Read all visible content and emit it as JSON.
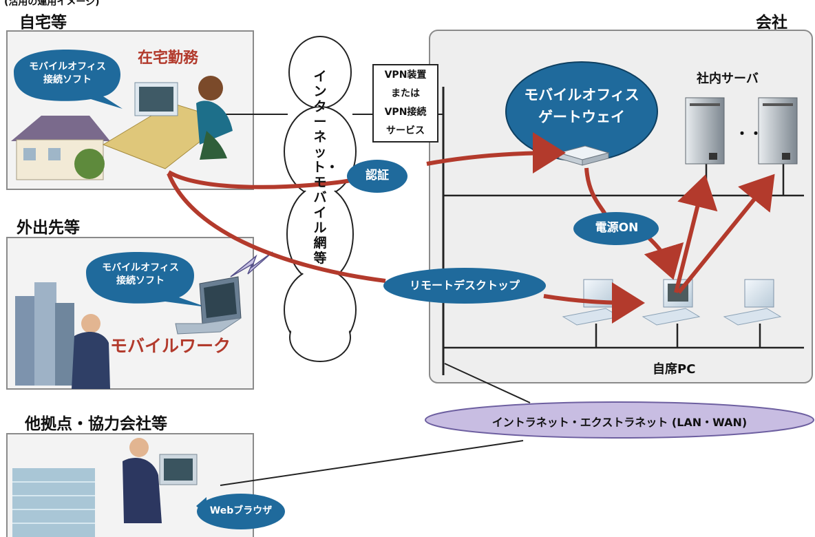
{
  "header_fragment": "(活用の運用イメージ)",
  "sections": {
    "home": "自宅等",
    "outside": "外出先等",
    "other": "他拠点・協力会社等",
    "company": "会社"
  },
  "labels": {
    "telework": "在宅勤務",
    "mobile_work": "モバイルワーク",
    "mobile_soft_1": "モバイルオフィス",
    "mobile_soft_2": "接続ソフト",
    "web_browser": "Webブラウザ",
    "internet": "インターネット・モバイル網等",
    "vpn_1": "VPN装置",
    "vpn_2": "または",
    "vpn_3": "VPN接続",
    "vpn_4": "サービス",
    "gateway_1": "モバイルオフィス",
    "gateway_2": "ゲートウェイ",
    "servers": "社内サーバ",
    "ellipsis": "・・",
    "auth": "認証",
    "power_on": "電源ON",
    "remote_desktop": "リモートデスクトップ",
    "own_pc": "自席PC",
    "intranet": "イントラネット・エクストラネット (LAN・WAN)"
  },
  "colors": {
    "arrow": "#b33a2c",
    "bubble": "#1f6a9c",
    "panel_border": "#8a8a8a",
    "panel_bg": "#eeeeee",
    "intranet_fill": "#c8bde2"
  }
}
